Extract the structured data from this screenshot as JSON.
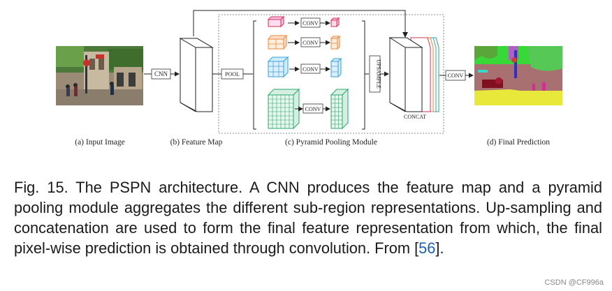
{
  "diagram": {
    "labels": {
      "cnn": "CNN",
      "pool": "POOL",
      "conv": "CONV",
      "upsample": "UPSAMPLE",
      "concat": "CONCAT"
    },
    "subcaptions": {
      "a": "(a) Input Image",
      "b": "(b) Feature Map",
      "c": "(c) Pyramid Pooling Module",
      "d": "(d) Final Prediction"
    },
    "pool_branch_colors": [
      "#d6344a",
      "#e8883a",
      "#3aa0d6",
      "#2ea66a"
    ]
  },
  "caption": {
    "text_before_ref": "Fig. 15. The PSPN architecture. A CNN produces the feature map and a pyramid pooling module aggregates the different sub-region representations. Up-sampling and concatenation are used to form the final feature representation from which, the final pixel-wise prediction is obtained through convolution. From [",
    "ref": "56",
    "text_after_ref": "]."
  },
  "watermark": "CSDN @CF996a"
}
